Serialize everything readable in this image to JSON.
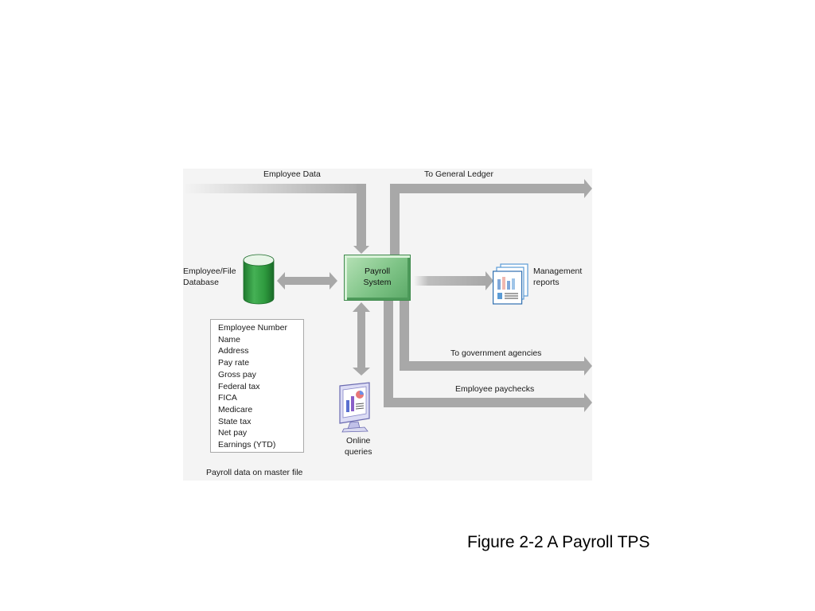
{
  "flows": {
    "employee_data": "Employee Data",
    "general_ledger": "To General Ledger",
    "government_agencies": "To government agencies",
    "employee_paychecks": "Employee paychecks"
  },
  "database": {
    "label": "Employee/File\nDatabase"
  },
  "payroll_system": {
    "label": "Payroll\nSystem"
  },
  "management_reports": {
    "label": "Management\nreports"
  },
  "online_queries": {
    "label": "Online\nqueries"
  },
  "master_file": {
    "fields": [
      "Employee Number",
      "Name",
      "Address",
      "Pay rate",
      "Gross pay",
      "Federal tax",
      "FICA",
      "Medicare",
      "State tax",
      "Net pay",
      "Earnings (YTD)"
    ],
    "caption": "Payroll data on master file"
  },
  "figure_caption": "Figure 2-2 A Payroll TPS",
  "colors": {
    "arrow": "#a8a8a8",
    "payroll_green": "#7fc487",
    "database_green": "#2e9a3e"
  }
}
